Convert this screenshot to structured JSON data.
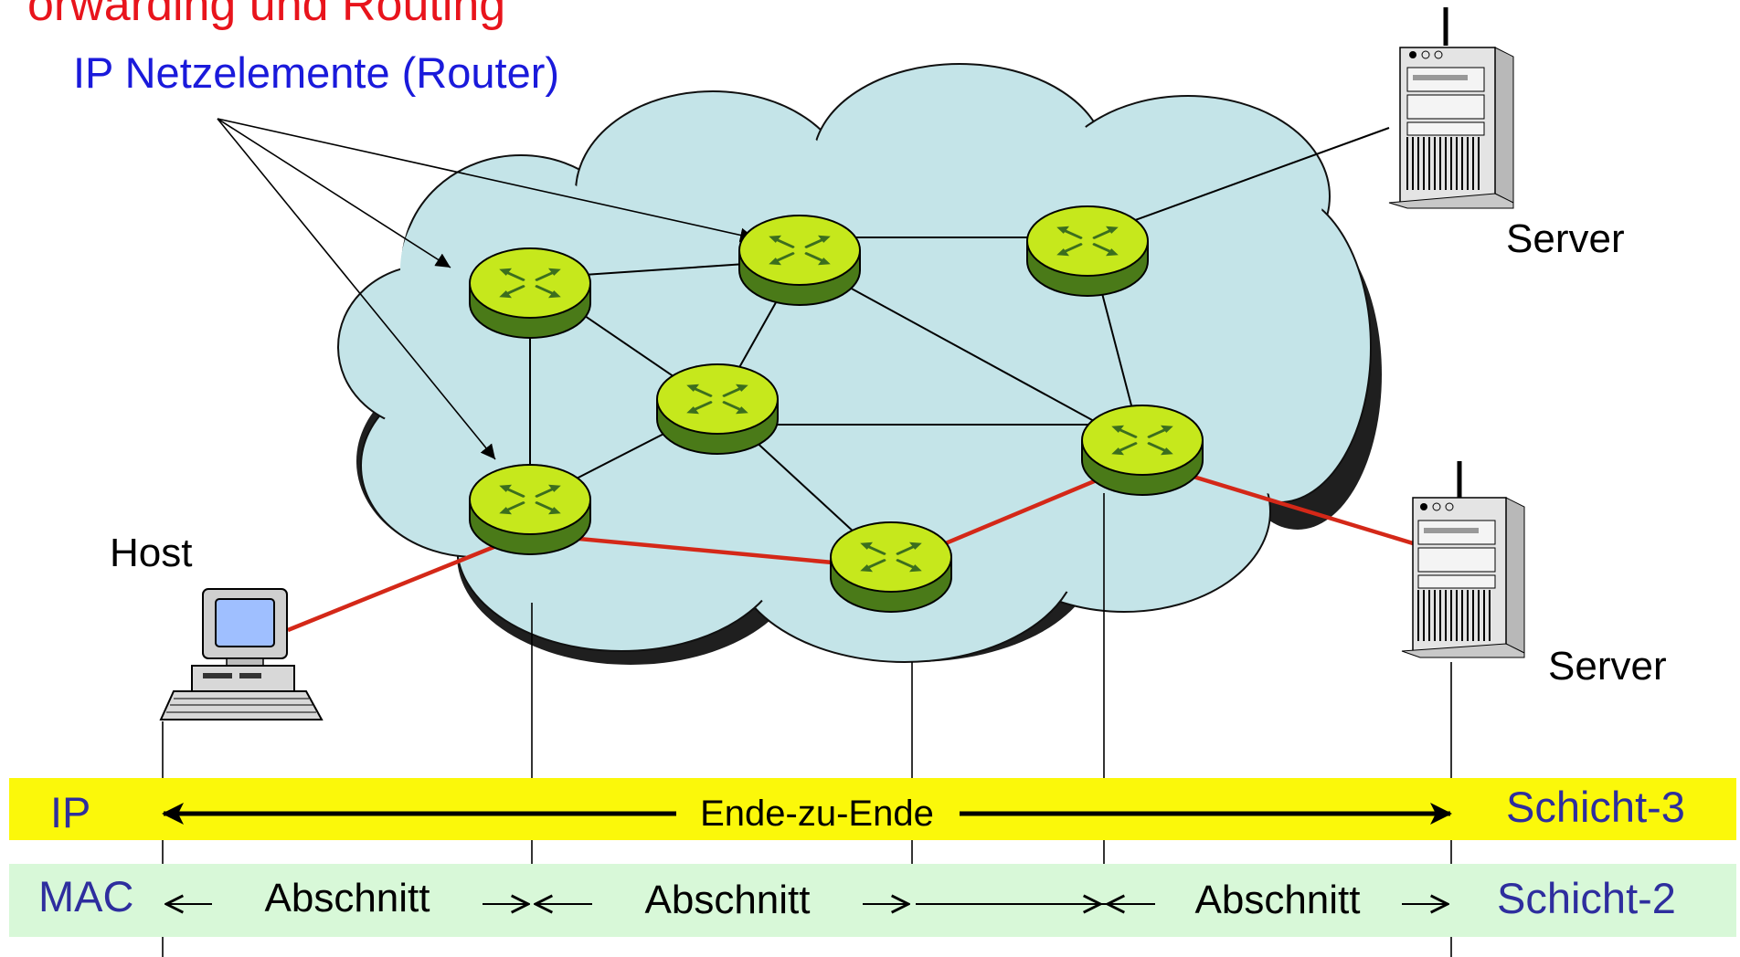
{
  "title": "orwarding und Routing",
  "subtitle": "IP Netzelemente (Router)",
  "labels": {
    "host": "Host",
    "server_top": "Server",
    "server_bottom": "Server"
  },
  "ip_row": {
    "left": "IP",
    "center": "Ende-zu-Ende",
    "right": "Schicht-3"
  },
  "mac_row": {
    "left": "MAC",
    "segments": [
      "Abschnitt",
      "Abschnitt",
      "Abschnitt"
    ],
    "right": "Schicht-2"
  },
  "colors": {
    "title": "#e8141c",
    "subtitle": "#1a1adb",
    "cloud": "#c4e4e8",
    "router_top": "#c6e81c",
    "router_side": "#4a7a18",
    "router_arrows": "#3c6e1e",
    "path": "#d42818",
    "ip_band": "#fbf80a",
    "mac_band": "#d8f8d8",
    "layer_text": "#2e2e9e"
  }
}
